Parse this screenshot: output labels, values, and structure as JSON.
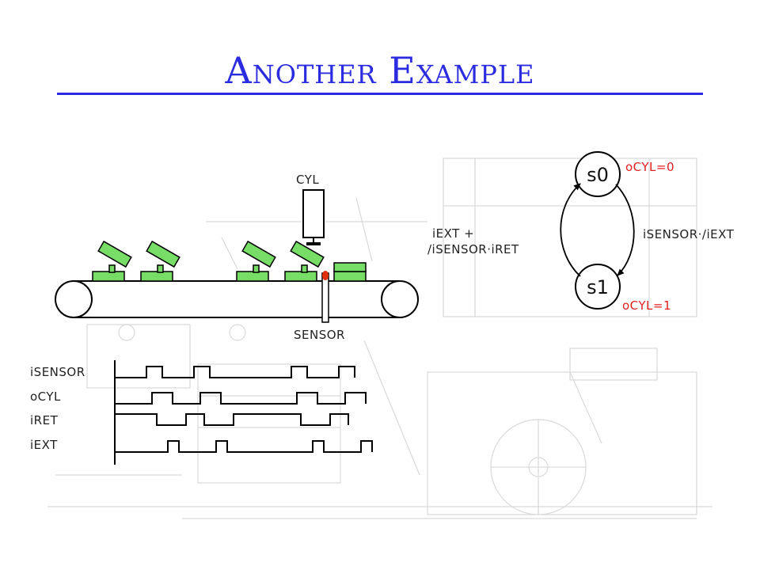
{
  "slide": {
    "title": "Another Example"
  },
  "conveyor": {
    "cylinder_label": "CYL",
    "sensor_label": "SENSOR"
  },
  "timing": {
    "signals": [
      {
        "name": "iSENSOR"
      },
      {
        "name": "oCYL"
      },
      {
        "name": "iRET"
      },
      {
        "name": "iEXT"
      }
    ]
  },
  "state_machine": {
    "states": [
      "s0",
      "s1"
    ],
    "s0_output": "oCYL=0",
    "s1_output": "oCYL=1",
    "transition_s0_s1": "iSENSOR·/iEXT",
    "transition_s1_s0_line1": "iEXT +",
    "transition_s1_s0_line2": "/iSENSOR·iRET"
  },
  "colors": {
    "title": "#2b2be0",
    "package": "#77dd66",
    "output_text": "#e02020",
    "sensor_light": "#e03010"
  }
}
